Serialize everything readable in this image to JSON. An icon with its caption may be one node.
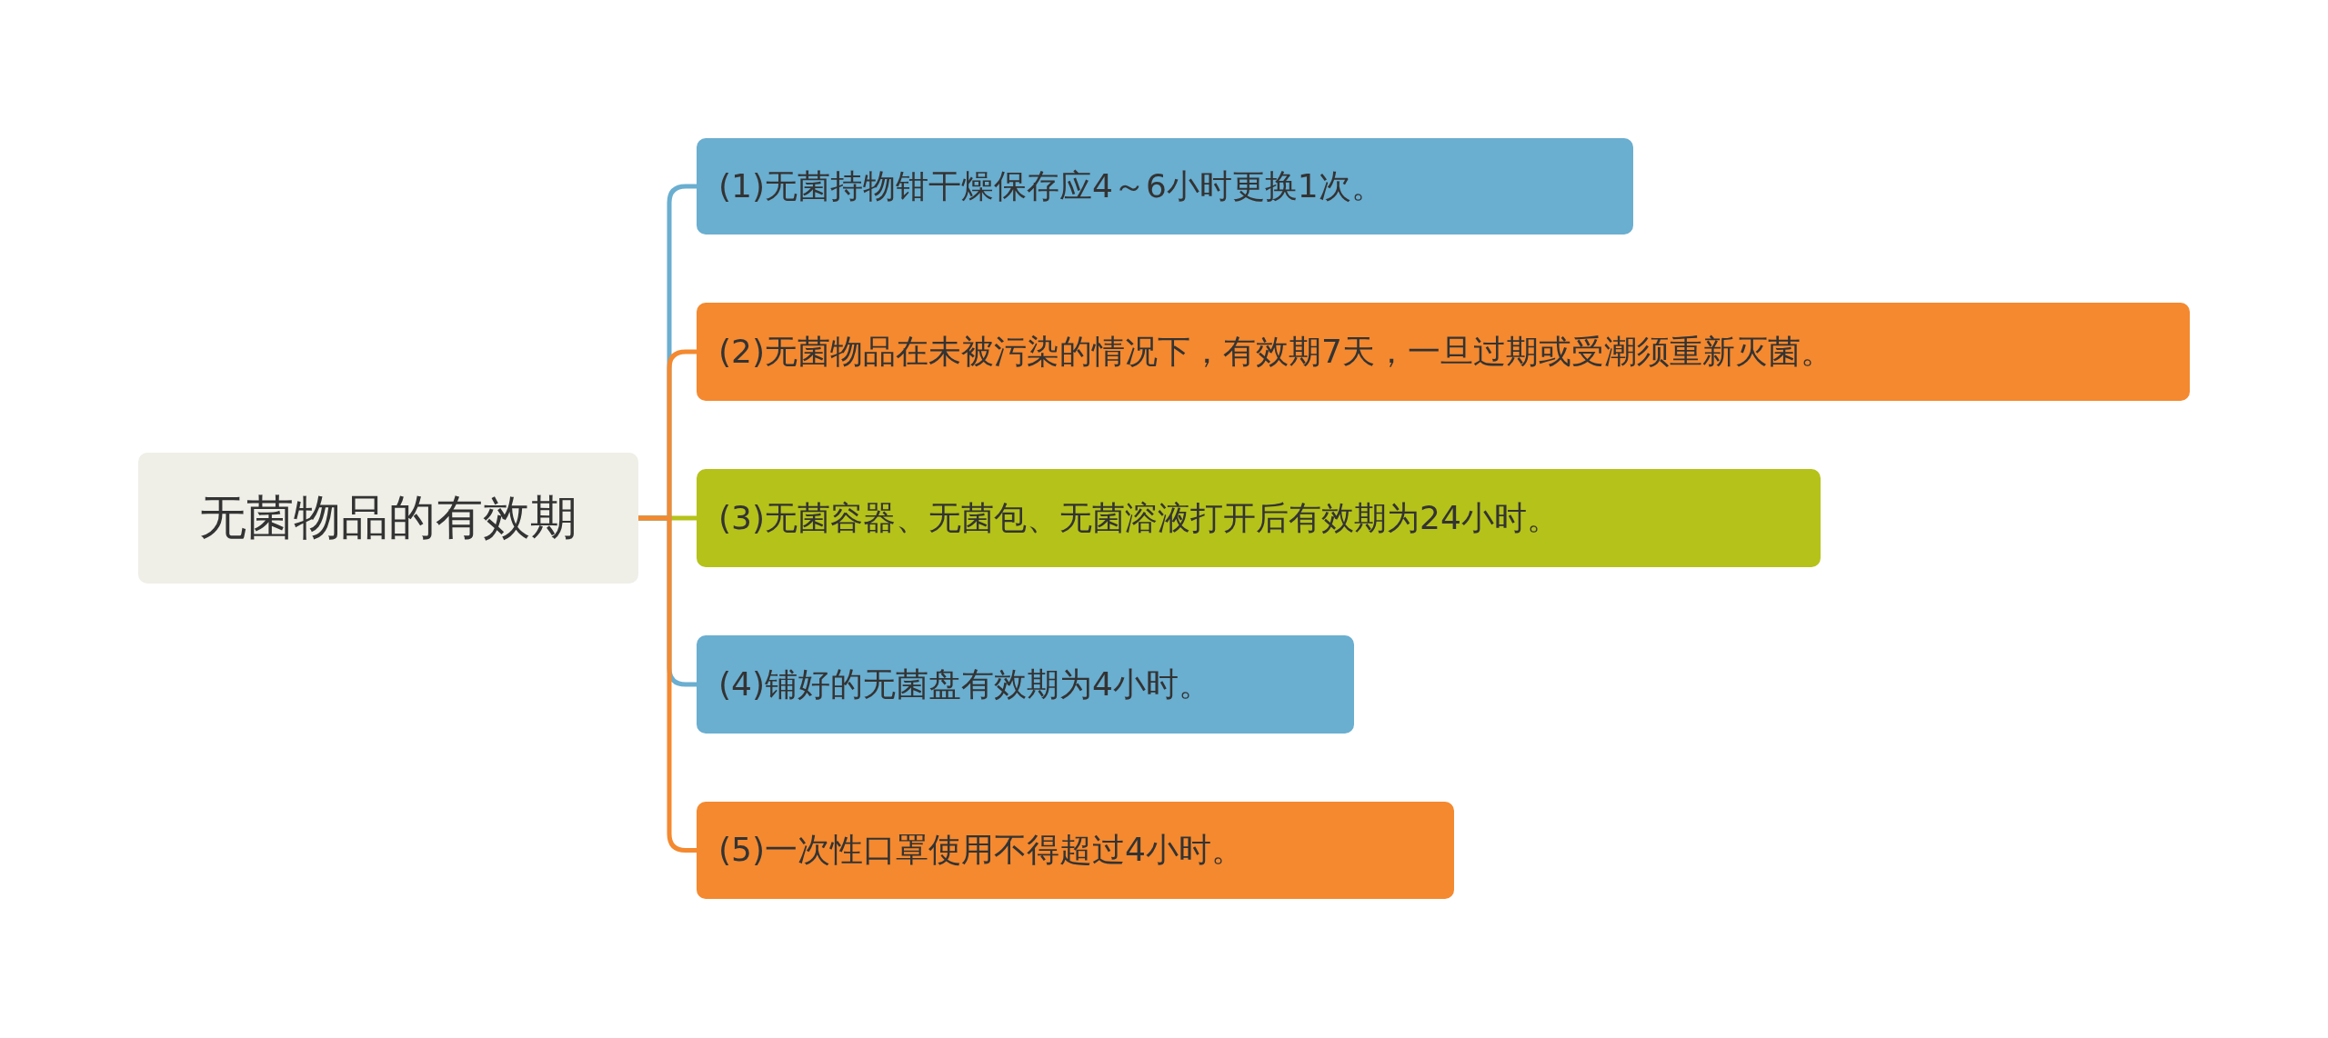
{
  "diagram": {
    "nodes": [
      {
        "text": [
          "无菌物品的有效期"
        ]
      },
      {
        "text": [
          "(1)无菌持物钳干燥保存应4～6小时更换1次。"
        ]
      },
      {
        "text": [
          "(2)无菌物品在未被污染的情况下，有效期7天，一旦过期或受潮须重新灭菌。"
        ]
      },
      {
        "text": [
          "(3)无菌容器、无菌包、无菌溶液打开后有效期为24小时。"
        ]
      },
      {
        "text": [
          "(4)铺好的无菌盘有效期为4小时。"
        ]
      },
      {
        "text": [
          "(5)一次性口罩使用不得超过4小时。"
        ]
      }
    ],
    "edges": [
      {
        "from": 0,
        "to": 1,
        "arrow": "none",
        "color": "#6aaed0"
      },
      {
        "from": 0,
        "to": 2,
        "arrow": "none",
        "color": "#f4892f"
      },
      {
        "from": 0,
        "to": 3,
        "arrow": "none",
        "color": "#b5c21a"
      },
      {
        "from": 0,
        "to": 4,
        "arrow": "none",
        "color": "#6aaed0"
      },
      {
        "from": 0,
        "to": 5,
        "arrow": "none",
        "color": "#f4892f"
      }
    ]
  }
}
